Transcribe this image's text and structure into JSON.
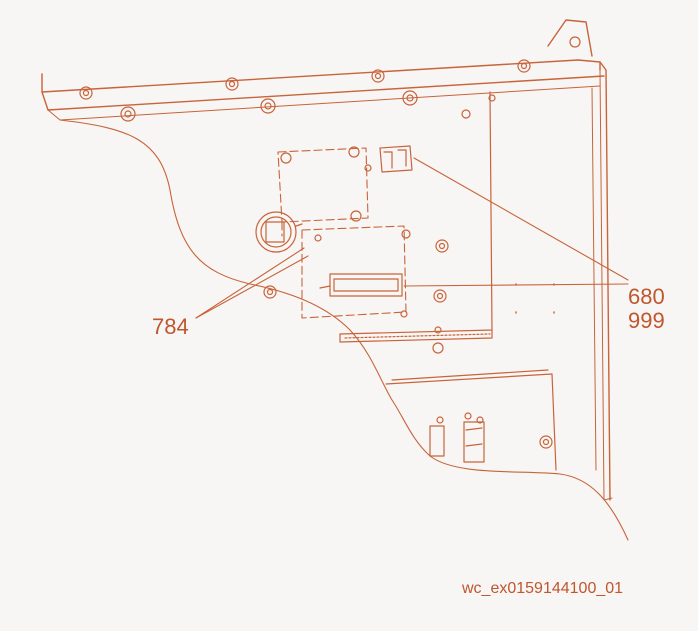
{
  "colors": {
    "line": "#c8633a",
    "label": "#c0562e",
    "background": "#f7f6f4"
  },
  "callouts": [
    {
      "id": "784",
      "text": "784"
    },
    {
      "id": "680",
      "text": "680"
    },
    {
      "id": "999",
      "text": "999"
    }
  ],
  "reference_code": "wc_ex0159144100_01"
}
